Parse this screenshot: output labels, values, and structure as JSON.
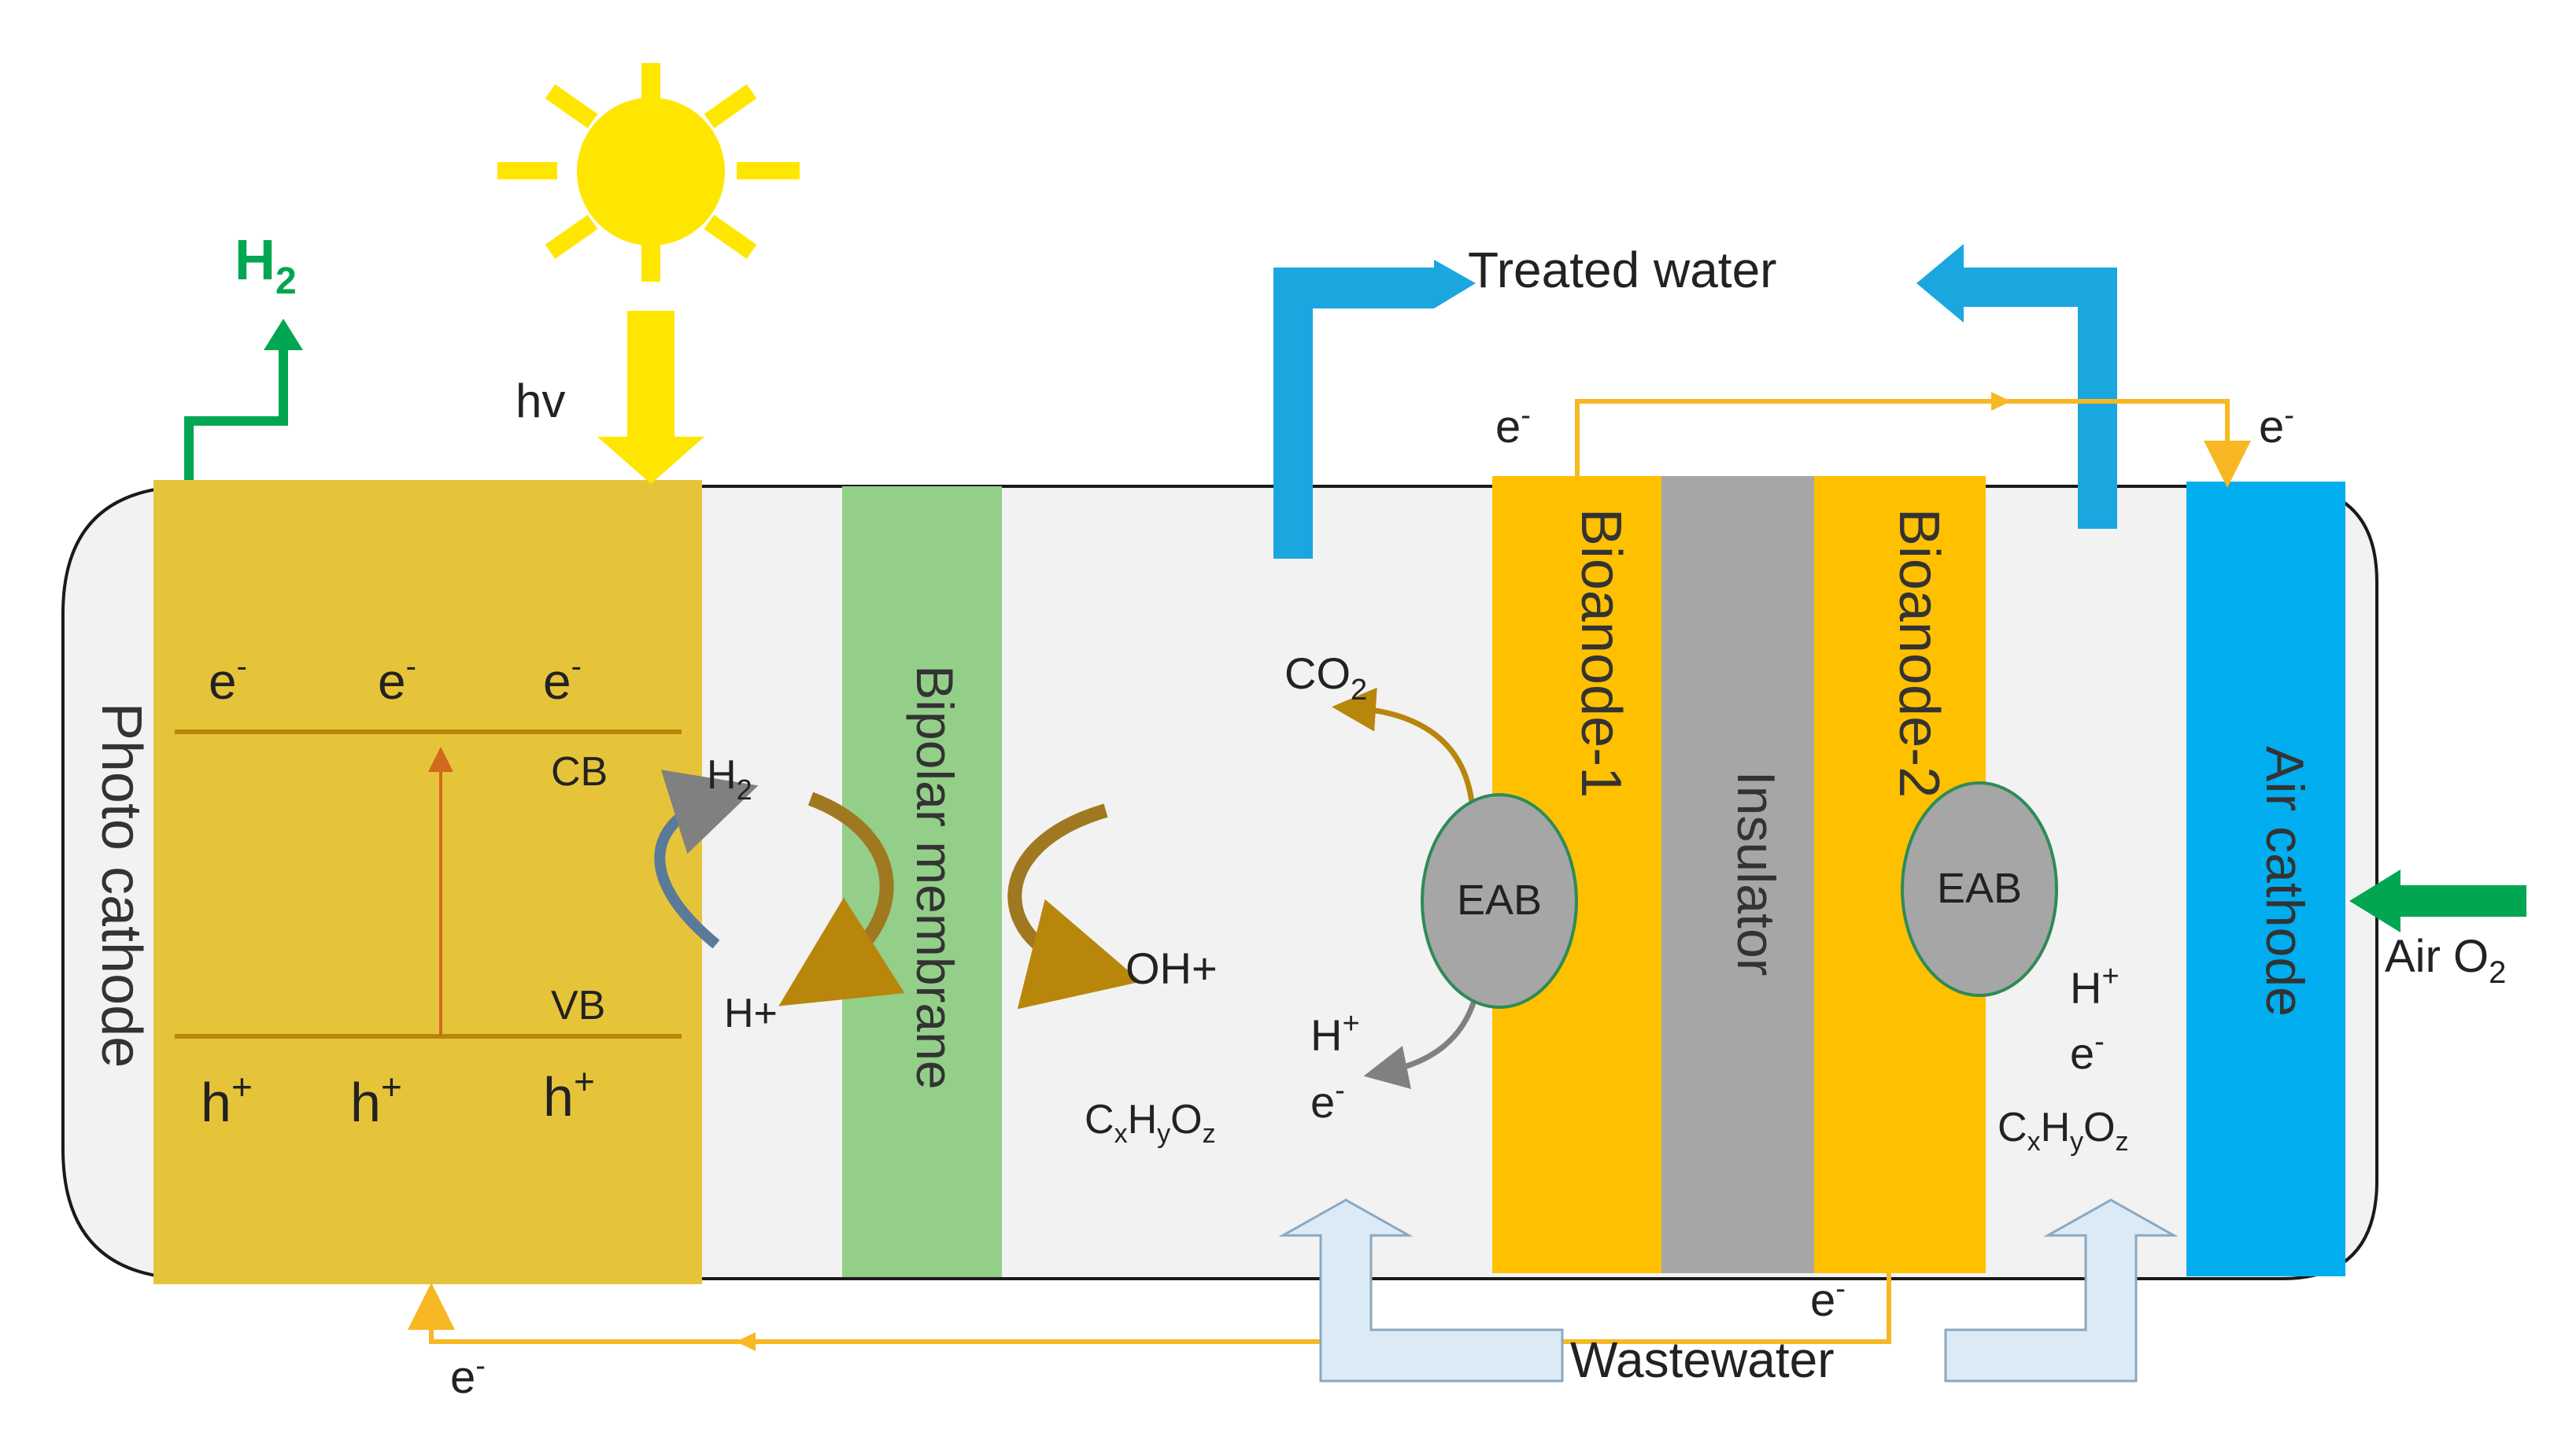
{
  "labels": {
    "h2_out": "H",
    "h2_out_sub": "2",
    "hv": "hv",
    "treated_water": "Treated water",
    "photo_cathode": "Photo cathode",
    "cb": "CB",
    "vb": "VB",
    "h2_mid": "H",
    "h2_mid_sub": "2",
    "h_plus_mid": "H+",
    "bipolar_membrane": "Bipolar membrane",
    "oh_plus": "OH+",
    "co2": "CO",
    "co2_sub": "2",
    "eab_left": "EAB",
    "eab_right": "EAB",
    "bioanode_1": "Bioanode-1",
    "bioanode_2": "Bioanode-2",
    "insulator": "Insulator",
    "air_cathode": "Air cathode",
    "air_o2": "Air O",
    "air_o2_sub": "2",
    "wastewater": "Wastewater",
    "e_symbol": "e",
    "e_sup": "-",
    "h_symbol": "h",
    "h_sup": "+",
    "h_plus": "H",
    "h_plus_sup": "+",
    "cxhyoz": {
      "c": "C",
      "x": "x",
      "h": "H",
      "y": "y",
      "o": "O",
      "z": "z"
    }
  },
  "colors": {
    "photo_cathode": "#E6C43A",
    "bipolar_membrane": "#93CF88",
    "bioanode": "#FFC000",
    "insulator": "#A6A6A6",
    "air_cathode": "#00AEEF",
    "water_arrow": "#1AA7E0",
    "wastewater_arrow": "#DCEAF6",
    "electron_wire": "#F7B824",
    "sun": "#FFE600",
    "h2_green": "#00A651",
    "eab": "#A6A6A6",
    "chamber": "#F2F2F2"
  }
}
